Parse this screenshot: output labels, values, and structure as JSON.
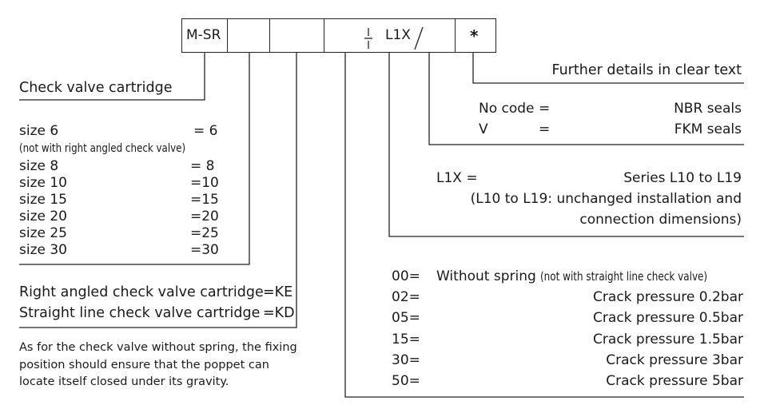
{
  "code_boxes": {
    "msr": "M-SR",
    "series": "L1X",
    "star": "*"
  },
  "further": "Further details in clear text",
  "check_valve": "Check valve cartridge",
  "sizes": [
    {
      "label": "size 6",
      "code": "= 6"
    },
    {
      "label": "(not with right angled check valve)",
      "code": ""
    },
    {
      "label": "size 8",
      "code": "= 8"
    },
    {
      "label": "size 10",
      "code": "=10"
    },
    {
      "label": "size 15",
      "code": "=15"
    },
    {
      "label": "size 20",
      "code": "=20"
    },
    {
      "label": "size 25",
      "code": "=25"
    },
    {
      "label": "size 30",
      "code": "=30"
    }
  ],
  "cartridge_types": [
    {
      "label": "Right angled check valve cartridge",
      "code": "=KE"
    },
    {
      "label": "Straight line check valve cartridge",
      "code": "=KD"
    }
  ],
  "note": [
    "As for the check valve without spring, the fixing",
    "position should ensure that the poppet can",
    "locate itself closed under its gravity."
  ],
  "seals": [
    {
      "code": "No code",
      "eq": "=",
      "desc": "NBR seals"
    },
    {
      "code": "V",
      "eq": "=",
      "desc": "FKM seals"
    }
  ],
  "series": {
    "code": "L1X =",
    "desc": "Series L10 to L19",
    "line2": "(L10 to L19: unchanged installation and",
    "line3": "connection dimensions)"
  },
  "springs": [
    {
      "code": "00=",
      "desc": "Without spring",
      "note": "(not with straight line check valve)"
    },
    {
      "code": "02=",
      "desc": "Crack pressure 0.2bar"
    },
    {
      "code": "05=",
      "desc": "Crack pressure 0.5bar"
    },
    {
      "code": "15=",
      "desc": "Crack pressure 1.5bar"
    },
    {
      "code": "30=",
      "desc": "Crack pressure 3bar"
    },
    {
      "code": "50=",
      "desc": "Crack pressure 5bar"
    }
  ]
}
